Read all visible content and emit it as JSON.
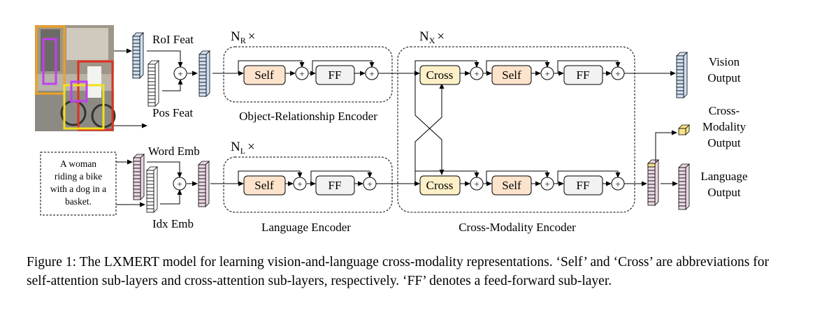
{
  "labels": {
    "roi_feat": "RoI Feat",
    "pos_feat": "Pos Feat",
    "word_emb": "Word Emb",
    "idx_emb": "Idx Emb",
    "input_sentence": [
      "A woman",
      "riding a bike",
      "with a dog in a",
      "basket."
    ],
    "nr": "N",
    "nr_sub": "R",
    "nl": "N",
    "nl_sub": "L",
    "nx": "N",
    "nx_sub": "X",
    "times": "×",
    "self": "Self",
    "cross": "Cross",
    "ff": "FF",
    "plus": "+",
    "object_relationship_encoder": "Object-Relationship Encoder",
    "language_encoder": "Language Encoder",
    "cross_modality_encoder": "Cross-Modality Encoder",
    "vision_output": [
      "Vision",
      "Output"
    ],
    "cross_modality_output": [
      "Cross-",
      "Modality",
      "Output"
    ],
    "language_output": [
      "Language",
      "Output"
    ]
  },
  "caption": "Figure 1: The LXMERT model for learning vision-and-language cross-modality representations. ‘Self’ and ‘Cross’ are abbreviations for self-attention sub-layers and cross-attention sub-layers, respectively. ‘FF’ denotes a feed-forward sub-layer.",
  "colors": {
    "self_fill": "#fde3cc",
    "cross_fill": "#fdf0c8",
    "ff_fill": "#f2f2f2",
    "vision_vec": "#cfe0f2",
    "lang_vec": "#ead6e2",
    "cross_vec": "#fbe28a",
    "pos_vec": "#ffffff",
    "photo_orange": "#f0a020",
    "photo_purple": "#c040f0",
    "photo_red": "#e03020",
    "photo_yellow": "#f0e020"
  }
}
